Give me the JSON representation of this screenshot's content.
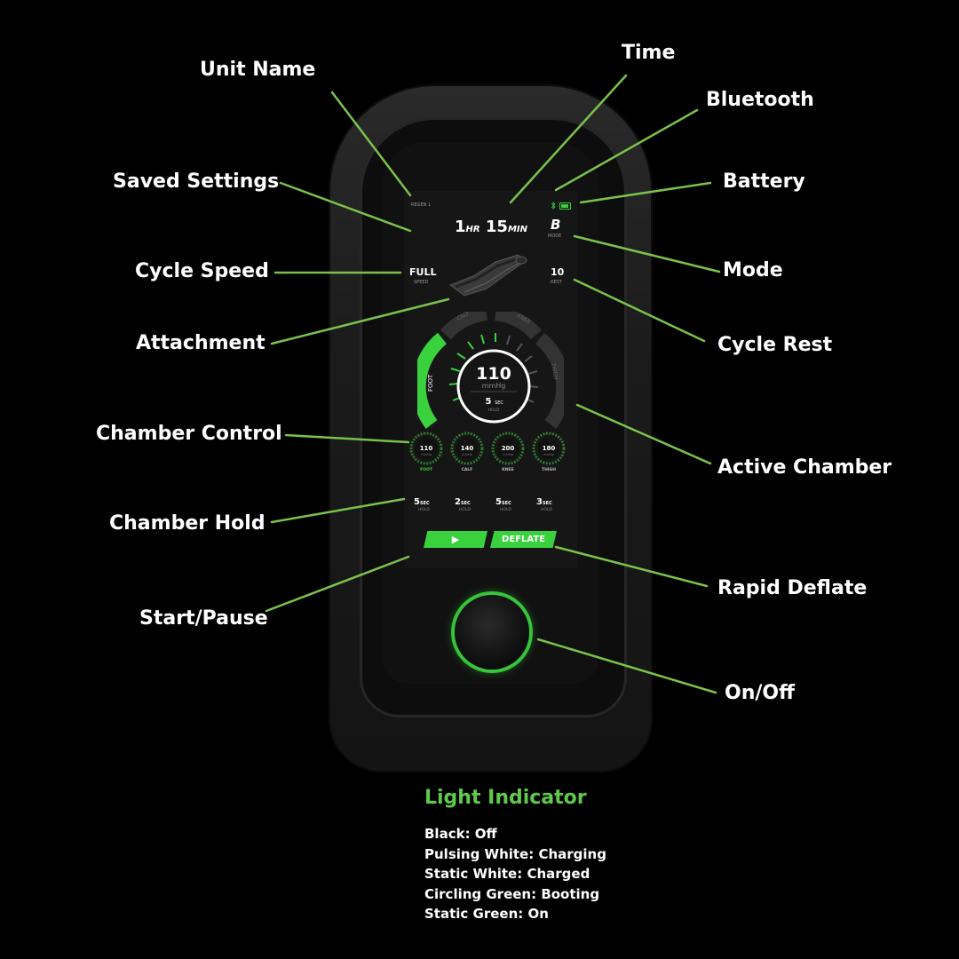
{
  "callouts": {
    "unit_name": "Unit Name",
    "time": "Time",
    "bluetooth": "Bluetooth",
    "saved_settings": "Saved Settings",
    "battery": "Battery",
    "cycle_speed": "Cycle Speed",
    "mode": "Mode",
    "attachment": "Attachment",
    "cycle_rest": "Cycle Rest",
    "chamber_control": "Chamber Control",
    "active_chamber": "Active Chamber",
    "chamber_hold": "Chamber Hold",
    "rapid_deflate": "Rapid Deflate",
    "start_pause": "Start/Pause",
    "on_off": "On/Off"
  },
  "screen": {
    "unit_name": "REGEN 1",
    "time_hr_value": "1",
    "time_hr_unit": "HR",
    "time_min_value": "15",
    "time_min_unit": "MIN",
    "mode_value": "B",
    "mode_label": "MODE",
    "speed_value": "FULL",
    "speed_label": "SPEED",
    "rest_value": "10",
    "rest_label": "REST",
    "gauge": {
      "pressure": "110",
      "unit": "mmHg",
      "hold_value": "5",
      "hold_unit": "SEC",
      "hold_label": "HOLD",
      "segments": [
        "FOOT",
        "CALF",
        "KNEE",
        "THIGH"
      ],
      "active_segment": "FOOT"
    },
    "chambers": [
      {
        "label": "FOOT",
        "pressure": "110",
        "unit": "mmHg",
        "hold_value": "5",
        "hold_unit": "SEC",
        "hold_label": "HOLD"
      },
      {
        "label": "CALF",
        "pressure": "140",
        "unit": "mmHg",
        "hold_value": "2",
        "hold_unit": "SEC",
        "hold_label": "HOLD"
      },
      {
        "label": "KNEE",
        "pressure": "200",
        "unit": "mmHg",
        "hold_value": "5",
        "hold_unit": "SEC",
        "hold_label": "HOLD"
      },
      {
        "label": "THIGH",
        "pressure": "180",
        "unit": "mmHg",
        "hold_value": "3",
        "hold_unit": "SEC",
        "hold_label": "HOLD"
      }
    ],
    "start_icon": "play-icon",
    "deflate_label": "DEFLATE"
  },
  "light_indicator": {
    "title": "Light Indicator",
    "items": [
      "Black: Off",
      "Pulsing White: Charging",
      "Static White: Charged",
      "Circling Green: Booting",
      "Static Green: On"
    ]
  },
  "colors": {
    "accent_green": "#39d13d",
    "light_title_green": "#5ec94a",
    "leader_line": "#7bc24c",
    "background": "#000000"
  }
}
